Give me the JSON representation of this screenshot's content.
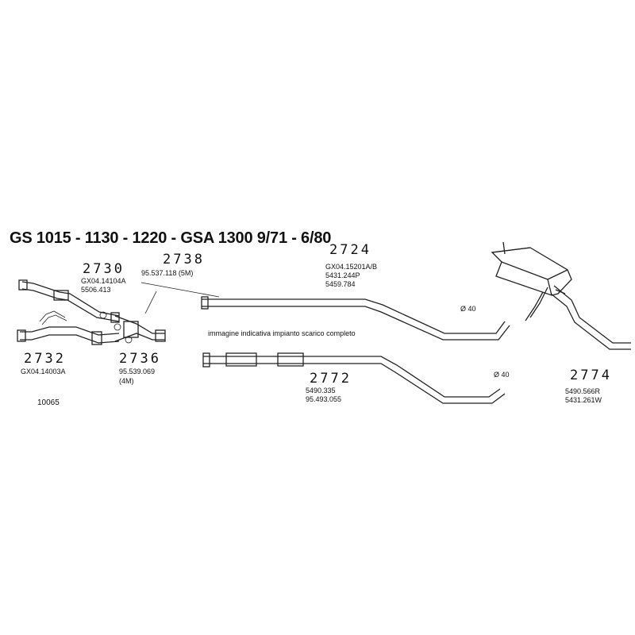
{
  "title": "GS 1015 - 1130 - 1220  - GSA 1300 9/71 - 6/80",
  "note": "immagine indicativa impianto scarico completo",
  "reference": "10065",
  "parts": [
    {
      "number": "2730",
      "codes": [
        "GX04.14104A",
        "5506.413"
      ]
    },
    {
      "number": "2738",
      "codes": [
        "95.537.118 (5M)"
      ]
    },
    {
      "number": "2732",
      "codes": [
        "GX04.14003A"
      ]
    },
    {
      "number": "2736",
      "codes": [
        "95.539.069",
        "(4M)"
      ]
    },
    {
      "number": "2724",
      "codes": [
        "GX04.15201A/B",
        "5431.244P",
        "5459.784"
      ]
    },
    {
      "number": "2772",
      "codes": [
        "5490.335",
        "95.493.055"
      ]
    },
    {
      "number": "2774",
      "codes": [
        "5490.566R",
        "5431.261W"
      ]
    }
  ],
  "diameters": [
    "Ø 40",
    "Ø 40"
  ]
}
